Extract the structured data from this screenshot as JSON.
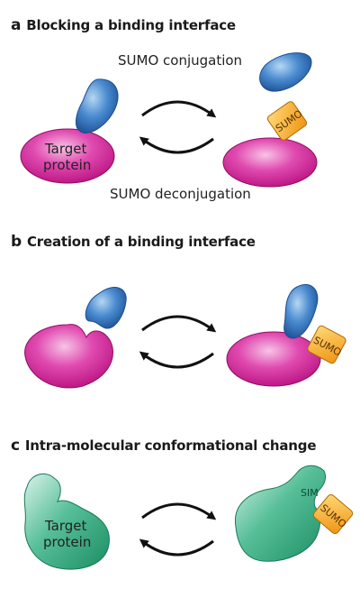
{
  "panels": [
    {
      "letter": "a",
      "title": "Blocking a binding interface"
    },
    {
      "letter": "b",
      "title": "Creation of a binding interface"
    },
    {
      "letter": "c",
      "title": "Intra-molecular conformational change"
    }
  ],
  "labels": {
    "conjugation": "SUMO conjugation",
    "deconjugation": "SUMO deconjugation",
    "target_protein_line1": "Target",
    "target_protein_line2": "protein",
    "sumo": "SUMO",
    "sim": "SIM"
  },
  "colors": {
    "magenta": "#d6209a",
    "blue": "#2f73bb",
    "green": "#2aa67a",
    "sumo_orange": "#f3a21f"
  }
}
